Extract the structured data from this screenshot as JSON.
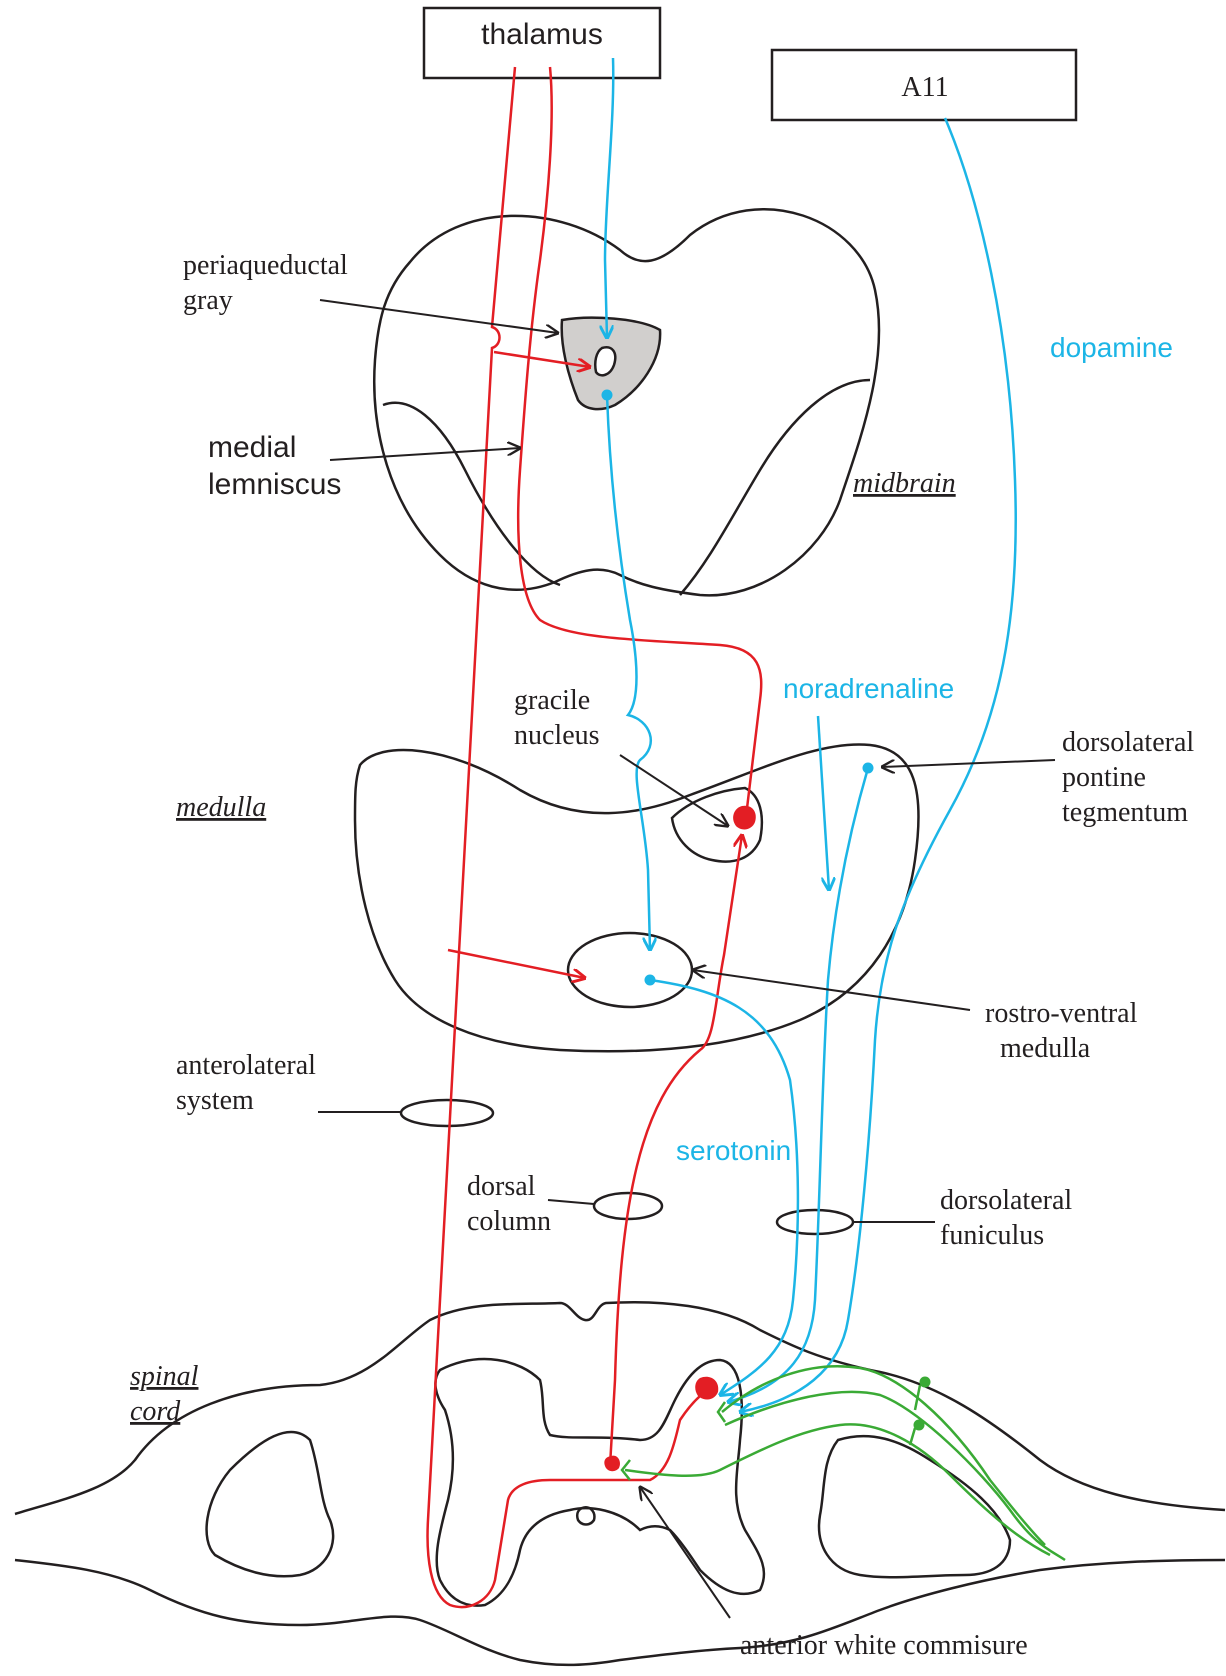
{
  "colors": {
    "outline": "#231f20",
    "ascending_pathway": "#e31e24",
    "descending_pathway": "#1cb5e6",
    "interneuron": "#3aaa35",
    "pag_fill": "#d1cfcd"
  },
  "boxes": {
    "thalamus": "thalamus",
    "a11": "A11"
  },
  "regions": {
    "midbrain": "midbrain",
    "medulla": "medulla",
    "spinal_cord_line1": "spinal",
    "spinal_cord_line2": "cord"
  },
  "labels": {
    "periaqueductal_gray_line1": "periaqueductal",
    "periaqueductal_gray_line2": "gray",
    "medial_lemniscus_line1": "medial",
    "medial_lemniscus_line2": "lemniscus",
    "gracile_nucleus_line1": "gracile",
    "gracile_nucleus_line2": "nucleus",
    "dorsolateral_pontine_line1": "dorsolateral",
    "dorsolateral_pontine_line2": "pontine",
    "dorsolateral_pontine_line3": "tegmentum",
    "rostro_ventral_line1": "rostro-ventral",
    "rostro_ventral_line2": "medulla",
    "anterolateral_line1": "anterolateral",
    "anterolateral_line2": "system",
    "dorsal_column_line1": "dorsal",
    "dorsal_column_line2": "column",
    "dorsolateral_funiculus_line1": "dorsolateral",
    "dorsolateral_funiculus_line2": "funiculus",
    "anterior_white_commisure": "anterior white commisure"
  },
  "neurotransmitters": {
    "dopamine": "dopamine",
    "noradrenaline": "noradrenaline",
    "serotonin": "serotonin"
  }
}
